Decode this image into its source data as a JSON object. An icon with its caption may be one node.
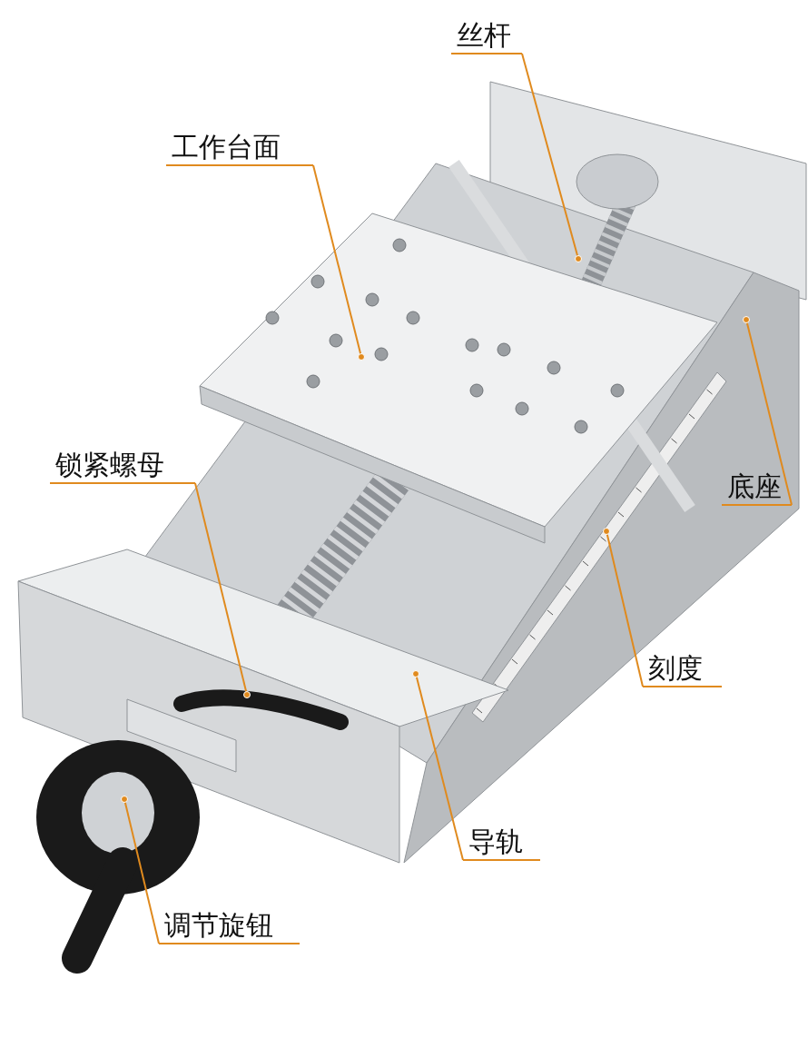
{
  "diagram": {
    "nodes": [
      {
        "text": [
          "丝杆"
        ]
      },
      {
        "text": [
          "工作台面"
        ]
      },
      {
        "text": [
          "锁紧螺母"
        ]
      },
      {
        "text": [
          "底座"
        ]
      },
      {
        "text": [
          "刻度"
        ]
      },
      {
        "text": [
          "导轨"
        ]
      },
      {
        "text": [
          "调节旋钮"
        ]
      }
    ],
    "edges": [
      {
        "from": 0,
        "to": null,
        "arrow": "other"
      },
      {
        "from": 1,
        "to": null,
        "arrow": "other"
      },
      {
        "from": 2,
        "to": null,
        "arrow": "other"
      },
      {
        "from": 3,
        "to": null,
        "arrow": "other"
      },
      {
        "from": 4,
        "to": null,
        "arrow": "other"
      },
      {
        "from": 5,
        "to": null,
        "arrow": "other"
      },
      {
        "from": 6,
        "to": null,
        "arrow": "other"
      }
    ]
  }
}
